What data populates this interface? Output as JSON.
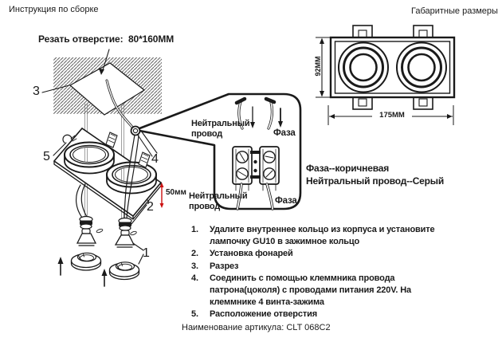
{
  "header": {
    "left_title": "Инструкция по сборке",
    "right_title": "Габаритные размеры"
  },
  "exploded": {
    "cut_hole_label": "Резать отверстие:  80*160ММ",
    "depth_label": "50мм",
    "callout_1": "1",
    "callout_2": "2",
    "callout_3": "3",
    "callout_4": "4",
    "callout_5": "5"
  },
  "wiring_callout": {
    "neutral_top": "Нейтральный\nпровод",
    "phase_top": "Фаза",
    "neutral_bottom": "Нейтральный\nпровод",
    "phase_bottom": "Фаза"
  },
  "wire_colors": {
    "phase_line": "Фаза--коричневая",
    "neutral_line": "Нейтральный провод--Серый"
  },
  "dimensions": {
    "width_label": "175MM",
    "height_label": "92MM"
  },
  "instructions": {
    "items": [
      {
        "num": "1.",
        "text": "Удалите внутреннее кольцо из корпуса и установите\nлампочку GU10 в зажимное кольцо"
      },
      {
        "num": "2.",
        "text": "Установка фонарей"
      },
      {
        "num": "3.",
        "text": "Разрез"
      },
      {
        "num": "4.",
        "text": "Соединить с помощью клеммника провода\nпатрона(цоколя) с проводами питания 220V. На\nклеммнике 4 винта-зажима"
      },
      {
        "num": "5.",
        "text": "Расположение отверстия"
      }
    ]
  },
  "footer": {
    "article_label": "Наименование артикула: CLT 068C2"
  },
  "colors": {
    "ink": "#1a1a1a",
    "dim_red": "#cc1111"
  }
}
